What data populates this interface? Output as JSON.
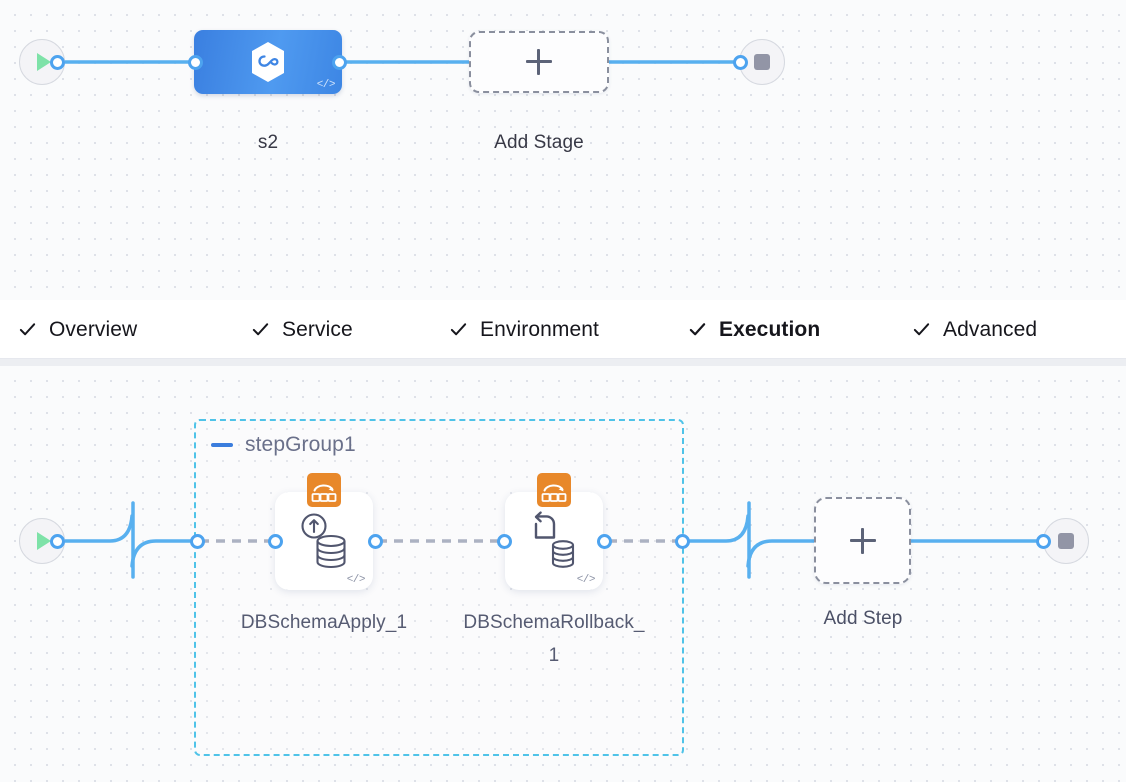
{
  "theme": {
    "canvas_bg": "#fafbfc",
    "grid_dot": "#dcdfe6",
    "wire_blue": "#58b0ef",
    "wire_dashed_gray": "#9aa1b5",
    "port_ring": "#4da3ef",
    "stage_node_blue": "#4f9af0",
    "tab_active_underline": "#2a6fd0",
    "step_group_border": "#4fc3e8",
    "step_type_icon_orange": "#e8882a",
    "start_play_green": "#7ee2a8",
    "stop_square_gray": "#9295a6"
  },
  "stage_canvas": {
    "name": "pipeline-stage-canvas",
    "start_node": {
      "icon": "play-icon",
      "label": ""
    },
    "end_node": {
      "icon": "stop-square-icon",
      "label": ""
    },
    "stage_node": {
      "label": "s2",
      "icon": "harness-hexagon-icon",
      "code_badge": "</>"
    },
    "add_stage": {
      "label": "Add Stage",
      "icon": "plus-icon"
    }
  },
  "tabs": {
    "name": "stage-config-tabs",
    "items": [
      {
        "label": "Overview",
        "icon": "check-icon",
        "active": false
      },
      {
        "label": "Service",
        "icon": "check-icon",
        "active": false
      },
      {
        "label": "Environment",
        "icon": "check-icon",
        "active": false
      },
      {
        "label": "Execution",
        "icon": "check-icon",
        "active": true
      },
      {
        "label": "Advanced",
        "icon": "check-icon",
        "active": false
      }
    ]
  },
  "step_canvas": {
    "name": "execution-steps-canvas",
    "start_node": {
      "icon": "play-icon"
    },
    "end_node": {
      "icon": "stop-square-icon"
    },
    "step_group": {
      "title": "stepGroup1",
      "collapse_icon": "minus-icon",
      "steps": [
        {
          "label": "DBSchemaApply_1",
          "label_line1": "DBSchemaAppl",
          "label_line2": "y_1",
          "type_icon": "db-schema-orange-icon",
          "glyph_icon": "database-upload-icon",
          "code_badge": "</>"
        },
        {
          "label": "DBSchemaRollback_1",
          "label_line1": "DBSchemaRollb",
          "label_line2": "ack_1",
          "type_icon": "db-schema-orange-icon",
          "glyph_icon": "database-rollback-icon",
          "code_badge": "</>"
        }
      ]
    },
    "add_step": {
      "label": "Add Step",
      "icon": "plus-icon"
    }
  }
}
